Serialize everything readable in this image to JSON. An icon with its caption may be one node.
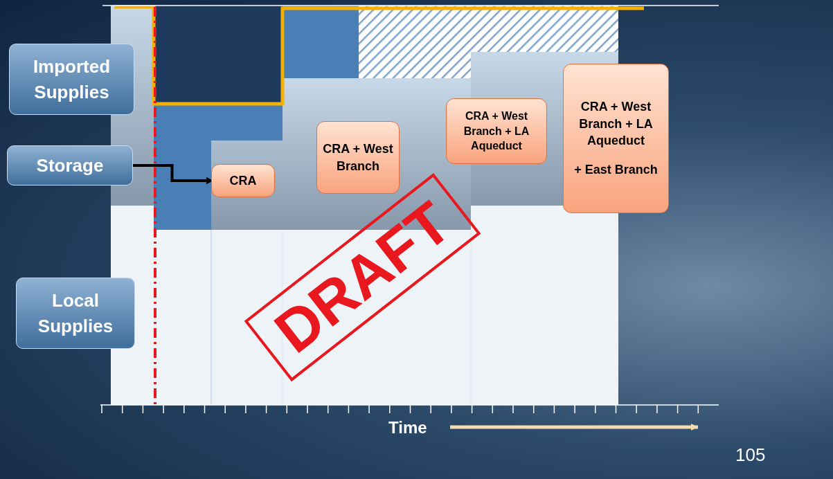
{
  "diagram": {
    "nodes": [
      {
        "text": [
          "Imported Supplies"
        ]
      },
      {
        "text": [
          "Storage"
        ]
      },
      {
        "text": [
          "Local Supplies"
        ]
      },
      {
        "text": [
          "CRA"
        ]
      },
      {
        "text": [
          "CRA + West Branch"
        ]
      },
      {
        "text": [
          "CRA + West Branch + LA Aqueduct"
        ]
      },
      {
        "text": [
          "CRA + West Branch + LA Aqueduct",
          "+ East Branch"
        ]
      }
    ],
    "edges": [
      {
        "from": 1,
        "to": 3,
        "arrow": "to"
      }
    ],
    "labels": [
      "DRAFT",
      "Time",
      "105"
    ]
  }
}
